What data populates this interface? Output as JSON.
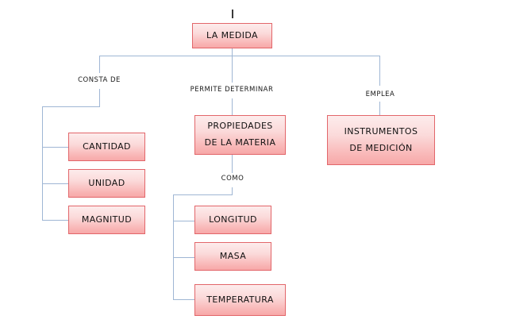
{
  "diagram": {
    "title": "LA MEDIDA",
    "root": {
      "id": "la-medida",
      "label": "LA MEDIDA"
    },
    "edge_labels": {
      "consta_de": "CONSTA DE",
      "permite_determinar": "PERMITE DETERMINAR",
      "emplea": "EMPLEA",
      "como": "COMO"
    },
    "branches": [
      {
        "id": "consta-de",
        "label": "CONSTA DE",
        "nodes": [
          {
            "id": "cantidad",
            "label": "CANTIDAD"
          },
          {
            "id": "unidad",
            "label": "UNIDAD"
          },
          {
            "id": "magnitud",
            "label": "MAGNITUD"
          }
        ]
      },
      {
        "id": "permite-determinar",
        "label": "PERMITE DETERMINAR",
        "nodes": [
          {
            "id": "propiedades-de-la-materia",
            "line1": "PROPIEDADES",
            "line2": "DE LA MATERIA"
          }
        ],
        "sub_label": "COMO",
        "sub_nodes": [
          {
            "id": "longitud",
            "label": "LONGITUD"
          },
          {
            "id": "masa",
            "label": "MASA"
          },
          {
            "id": "temperatura",
            "label": "TEMPERATURA"
          }
        ]
      },
      {
        "id": "emplea",
        "label": "EMPLEA",
        "nodes": [
          {
            "id": "instrumentos-de-medicion",
            "line1": "INSTRUMENTOS",
            "line2": "DE MEDICIÓN"
          }
        ]
      }
    ],
    "colors": {
      "box_border": "#e2666a",
      "box_fill_top": "#fdecec",
      "box_fill_bottom": "#f7a8a8",
      "connector": "#9fb6d4",
      "text": "#111111",
      "background": "#ffffff"
    }
  }
}
